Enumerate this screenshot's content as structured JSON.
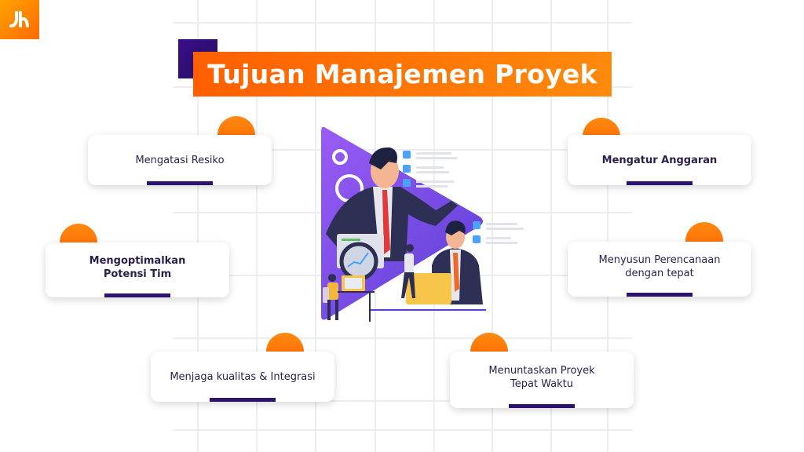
{
  "logo": {
    "icon": "jh-logo-icon",
    "bg": "#ff7a00"
  },
  "title": {
    "text": "Tujuan Manajemen Proyek",
    "bg_color": "#ff6a00",
    "accent_color": "#2d1370"
  },
  "cards": [
    {
      "label": "Mengatasi Resiko"
    },
    {
      "label": "Mengatur Anggaran"
    },
    {
      "label": "Mengoptimalkan Potensi Tim"
    },
    {
      "label": "Menyusun Perencanaan dengan tepat"
    },
    {
      "label": "Menjaga kualitas & Integrasi"
    },
    {
      "label": "Menuntaskan Proyek Tepat Waktu"
    }
  ],
  "illustration": {
    "name": "project-management-team-illustration"
  },
  "colors": {
    "orange": "#ff7a00",
    "purple": "#2d1370",
    "text": "#2a1f4a",
    "grid": "#ececf3"
  }
}
